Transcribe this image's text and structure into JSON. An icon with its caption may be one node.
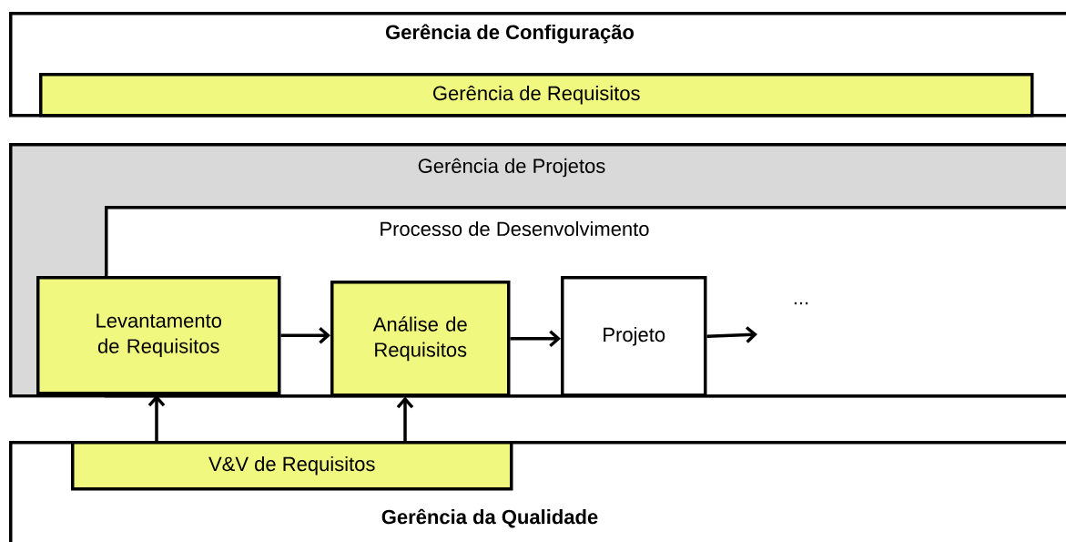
{
  "diagram": {
    "nodes": [
      {
        "text": [
          "Gerência de Configuração"
        ]
      },
      {
        "text": [
          "Gerência de Requisitos"
        ],
        "in": 0
      },
      {
        "text": [
          "Gerência de Projetos"
        ]
      },
      {
        "text": [
          "Processo de Desenvolvimento"
        ],
        "in": 2
      },
      {
        "text": [
          "Levantamento de Requisitos"
        ],
        "in": 2
      },
      {
        "text": [
          "Análise de Requisitos"
        ],
        "in": 3
      },
      {
        "text": [
          "Projeto"
        ],
        "in": 3
      },
      {
        "text": [
          "Gerência da Qualidade"
        ]
      },
      {
        "text": [
          "V&V de Requisitos"
        ],
        "in": 7
      }
    ],
    "edges": [
      {
        "from": 4,
        "to": 5,
        "arrow": "to"
      },
      {
        "from": 5,
        "to": 6,
        "arrow": "to"
      },
      {
        "from": 6,
        "to": null,
        "arrow": "to"
      },
      {
        "from": 8,
        "to": 4,
        "arrow": "to"
      },
      {
        "from": 8,
        "to": 5,
        "arrow": "to"
      }
    ],
    "labels": [
      "..."
    ]
  }
}
